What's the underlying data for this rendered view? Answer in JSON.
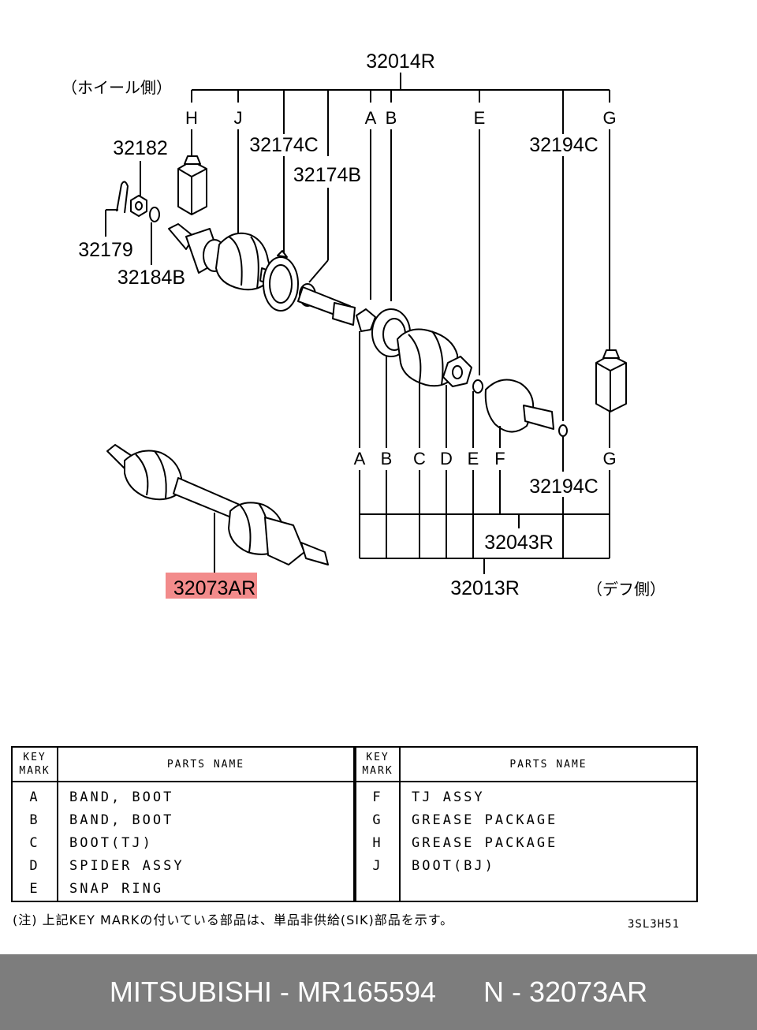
{
  "colors": {
    "highlight": "#f28b8b",
    "footer_bg": "#7d7d7d",
    "footer_text": "#ffffff"
  },
  "diagram": {
    "assembly_top": "32014R",
    "wheel_side": "（ホイール側）",
    "diff_side": "（デフ側）",
    "part_labels": {
      "p32182": "32182",
      "p32174C": "32174C",
      "p32174B": "32174B",
      "p32194C_top": "32194C",
      "p32179": "32179",
      "p32184B": "32184B",
      "p32194C_bottom": "32194C",
      "p32043R": "32043R",
      "p32013R": "32013R",
      "p32073AR": "32073AR"
    },
    "top_letters": [
      "H",
      "J",
      "A",
      "B",
      "E",
      "G"
    ],
    "bottom_letters": [
      "A",
      "B",
      "C",
      "D",
      "E",
      "F",
      "G"
    ]
  },
  "table": {
    "key_header": "KEY\nMARK",
    "name_header": "PARTS NAME",
    "left_rows": [
      {
        "key": "A",
        "name": "BAND, BOOT"
      },
      {
        "key": "B",
        "name": "BAND, BOOT"
      },
      {
        "key": "C",
        "name": "BOOT(TJ)"
      },
      {
        "key": "D",
        "name": "SPIDER ASSY"
      },
      {
        "key": "E",
        "name": "SNAP RING"
      }
    ],
    "right_rows": [
      {
        "key": "F",
        "name": "TJ ASSY"
      },
      {
        "key": "G",
        "name": "GREASE PACKAGE"
      },
      {
        "key": "H",
        "name": "GREASE PACKAGE"
      },
      {
        "key": "J",
        "name": "BOOT(BJ)"
      }
    ]
  },
  "note": "(注) 上記KEY MARKの付いている部品は、単品非供給(SIK)部品を示す。",
  "diagram_code": "3SL3H51",
  "footer": {
    "brand": "MITSUBISHI - MR165594",
    "part": "N - 32073AR"
  }
}
